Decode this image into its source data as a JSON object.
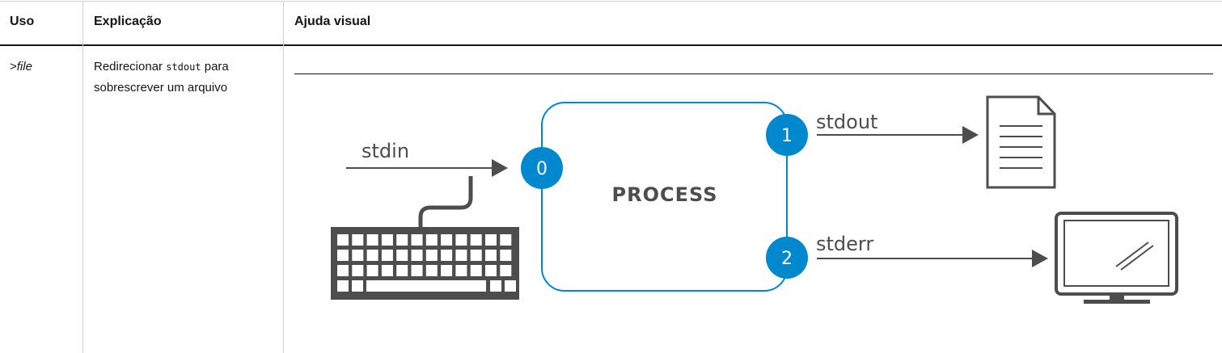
{
  "table": {
    "headers": [
      "Uso",
      "Explicação",
      "Ajuda visual"
    ],
    "row": {
      "usage_op": ">",
      "usage_arg": "file",
      "explanation_pre": "Redirecionar ",
      "explanation_code": "stdout",
      "explanation_post": " para sobrescrever um arquivo"
    }
  },
  "diagram": {
    "process_label": "PROCESS",
    "stdin_label": "stdin",
    "stdout_label": "stdout",
    "stderr_label": "stderr",
    "fd0": "0",
    "fd1": "1",
    "fd2": "2",
    "icons": [
      "keyboard-icon",
      "document-icon",
      "monitor-icon"
    ],
    "colors": {
      "accent": "#0088ce",
      "ink": "#4d4d4d"
    }
  }
}
